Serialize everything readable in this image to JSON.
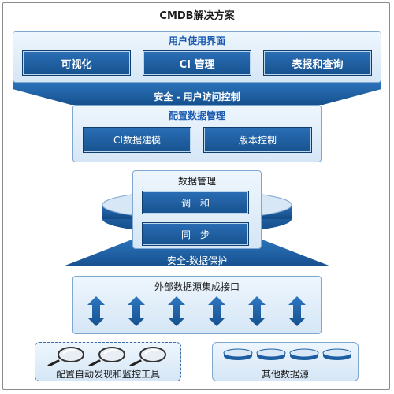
{
  "title": "CMDB解决方案",
  "ui_layer": {
    "heading": "用户使用界面",
    "items": [
      "可视化",
      "CI 管理",
      "表报和查询"
    ]
  },
  "security_user": "安全 - 用户访问控制",
  "config_mgmt": {
    "heading": "配置数据管理",
    "items": [
      "CI数据建模",
      "版本控制"
    ]
  },
  "data_mgmt": {
    "heading": "数据管理",
    "items": [
      "调　和",
      "同　步"
    ]
  },
  "security_data": "安全-数据保护",
  "external": {
    "heading": "外部数据源集成接口",
    "arrow_count": 6
  },
  "discovery": {
    "label": "配置自动发现和监控工具",
    "icon_count": 3
  },
  "other_sources": {
    "label": "其他数据源",
    "disk_count": 4
  },
  "colors": {
    "primary_blue": "#1a5ea6",
    "light_blue": "#dbe9f7",
    "heading_blue": "#1a5ab0"
  }
}
